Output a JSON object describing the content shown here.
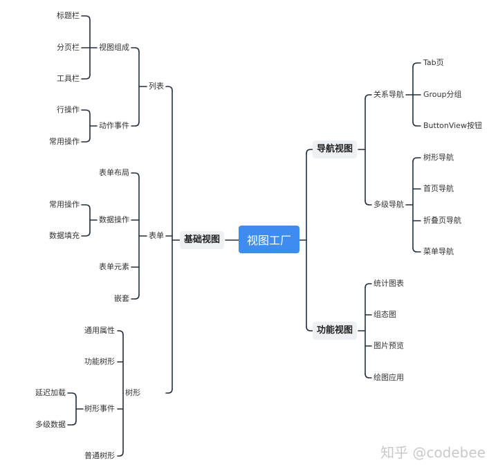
{
  "root": "视图工厂",
  "left": {
    "label": "基础视图",
    "groups": [
      {
        "label": "列表",
        "children": [
          {
            "label": "视图组成",
            "children": [
              "标题栏",
              "分页栏",
              "工具栏"
            ]
          },
          {
            "label": "动作事件",
            "children": [
              "行操作",
              "常用操作"
            ]
          }
        ]
      },
      {
        "label": "表单",
        "children": [
          {
            "label": "表单布局",
            "children": []
          },
          {
            "label": "数据操作",
            "children": [
              "常用操作",
              "数据填充"
            ]
          },
          {
            "label": "表单元素",
            "children": []
          },
          {
            "label": "嵌套",
            "children": []
          }
        ]
      },
      {
        "label": "树形",
        "children": [
          {
            "label": "通用属性",
            "children": []
          },
          {
            "label": "功能树形",
            "children": []
          },
          {
            "label": "树形事件",
            "children": [
              "延迟加载",
              "多级数据"
            ]
          },
          {
            "label": "普通树形",
            "children": []
          }
        ]
      }
    ]
  },
  "right": [
    {
      "label": "导航视图",
      "children": [
        {
          "label": "关系导航",
          "children": [
            "Tab页",
            "Group分组",
            "ButtonView按钮"
          ]
        },
        {
          "label": "多级导航",
          "children": [
            "树形导航",
            "首页导航",
            "折叠页导航",
            "菜单导航"
          ]
        }
      ]
    },
    {
      "label": "功能视图",
      "children": [
        {
          "label": "统计图表",
          "children": []
        },
        {
          "label": "组态图",
          "children": []
        },
        {
          "label": "图片预览",
          "children": []
        },
        {
          "label": "绘图应用",
          "children": []
        }
      ]
    }
  ],
  "watermark": "知乎 @codebee",
  "colors": {
    "root": "#3f8cf0",
    "line": "#1f2d3d",
    "box": "#eef1f4"
  }
}
